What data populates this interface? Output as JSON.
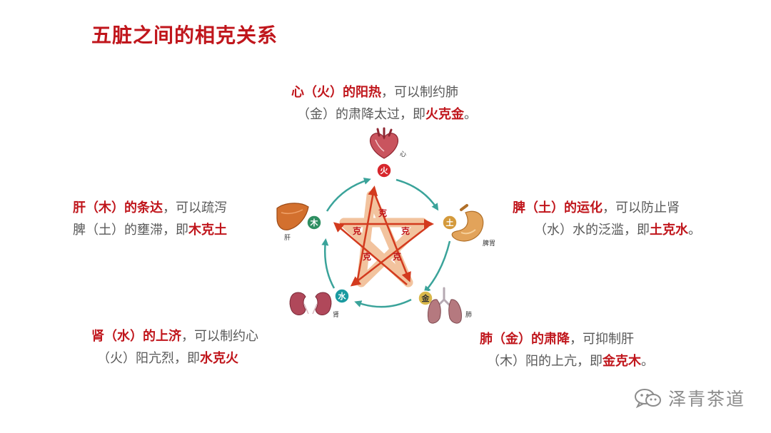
{
  "title": "五脏之间的相克关系",
  "blocks": {
    "top": {
      "l1": [
        {
          "t": "心（火）的阳热",
          "hl": true
        },
        {
          "t": "，可以制约肺",
          "hl": false
        }
      ],
      "l2": [
        {
          "t": "（金）的肃降太过，即",
          "hl": false
        },
        {
          "t": "火克金",
          "hl": true
        },
        {
          "t": "。",
          "hl": false
        }
      ]
    },
    "left": {
      "l1": [
        {
          "t": "肝（木）的条达",
          "hl": true
        },
        {
          "t": "，可以疏泻",
          "hl": false
        }
      ],
      "l2": [
        {
          "t": "脾（土）的壅滞，即",
          "hl": false
        },
        {
          "t": "木克土",
          "hl": true
        }
      ]
    },
    "right": {
      "l1": [
        {
          "t": "脾（土）的运化",
          "hl": true
        },
        {
          "t": "，可以防止肾",
          "hl": false
        }
      ],
      "l2": [
        {
          "t": "（水）水的泛滥，即",
          "hl": false
        },
        {
          "t": "土克水",
          "hl": true
        },
        {
          "t": "。",
          "hl": false
        }
      ]
    },
    "bottom_left": {
      "l1": [
        {
          "t": "肾（水）的上济",
          "hl": true
        },
        {
          "t": "，可以制约心",
          "hl": false
        }
      ],
      "l2": [
        {
          "t": "（火）阳亢烈，即",
          "hl": false
        },
        {
          "t": "水克火",
          "hl": true
        }
      ]
    },
    "bottom_right": {
      "l1": [
        {
          "t": "肺（金）的肃降",
          "hl": true
        },
        {
          "t": "，可抑制肝",
          "hl": false
        }
      ],
      "l2": [
        {
          "t": "（木）阳的上亢，即",
          "hl": false
        },
        {
          "t": "金克木",
          "hl": true
        },
        {
          "t": "。",
          "hl": false
        }
      ]
    }
  },
  "diagram": {
    "elements": {
      "fire": {
        "char": "火",
        "color": "#d7262c",
        "organ": "心"
      },
      "earth": {
        "char": "土",
        "color": "#d49a3c",
        "organ": "脾胃"
      },
      "metal": {
        "char": "金",
        "color": "#d9b84b",
        "organ": "肺"
      },
      "water": {
        "char": "水",
        "color": "#1a9aa0",
        "organ": "肾"
      },
      "wood": {
        "char": "木",
        "color": "#2e8f62",
        "organ": "肝"
      }
    },
    "ke_char": "克",
    "cycle_color": "#3aa39a",
    "star_color": "#e8a070",
    "arrow_color": "#d33a1e"
  },
  "watermark": {
    "text": "泽青茶道",
    "color": "#8c8c8c"
  }
}
